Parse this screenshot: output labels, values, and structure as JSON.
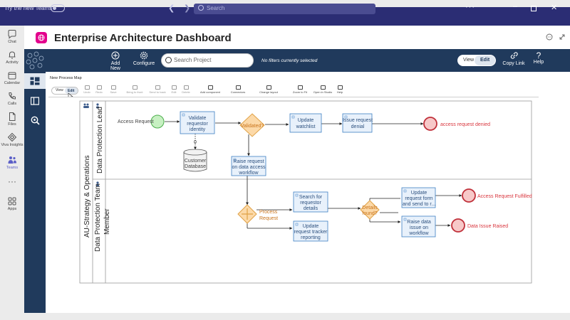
{
  "teams": {
    "try_new": "Try the new Teams",
    "search_placeholder": "Search"
  },
  "rail": [
    {
      "label": "Chat",
      "icon": "chat-icon"
    },
    {
      "label": "Activity",
      "icon": "bell-icon"
    },
    {
      "label": "Calendar",
      "icon": "calendar-icon"
    },
    {
      "label": "Calls",
      "icon": "phone-icon"
    },
    {
      "label": "Files",
      "icon": "file-icon"
    },
    {
      "label": "Viva Insights",
      "icon": "diamond-icon"
    },
    {
      "label": "Teams",
      "icon": "teams-icon"
    },
    {
      "label": "Apps",
      "icon": "apps-icon"
    }
  ],
  "app": {
    "title": "Enterprise Architecture Dashboard",
    "add_new": "Add New",
    "configure": "Configure",
    "search_placeholder": "Search Project",
    "filter_status": "No filters currently selected",
    "view": "View",
    "edit": "Edit",
    "copy_link": "Copy Link",
    "help": "Help"
  },
  "map": {
    "title": "New Process Map",
    "view": "View",
    "edit": "Edit",
    "toolbar": [
      "Undo",
      "Redo",
      "Save",
      "Bring to front",
      "Send to back",
      "Edit",
      "Delete",
      "Add component",
      "Connectors",
      "Change layout",
      "Zoom to Fit",
      "Open in Studio",
      "Help"
    ]
  },
  "diagram": {
    "pool": "AU-Strategy & Operations",
    "lanes": [
      "Data Protection Lead",
      "Data Protection Team",
      "Member"
    ],
    "start_label": "Access Request",
    "tasks": {
      "validate": [
        "Validate",
        "requestor",
        "identity"
      ],
      "update_watchlist": [
        "Update",
        "watchlist"
      ],
      "issue_denial": [
        "Issue request",
        "denial"
      ],
      "raise_request": [
        "Raise request",
        "on data access",
        "workflow"
      ],
      "search_details": [
        "Search for",
        "requestor",
        "details"
      ],
      "update_tracker": [
        "Update",
        "request tracker",
        "reporting"
      ],
      "update_form": [
        "Update",
        "request form",
        "and send to r..."
      ],
      "raise_issue": [
        "Raise data",
        "issue on",
        "workflow"
      ]
    },
    "datastore": [
      "Customer",
      "Database"
    ],
    "datastore_count": "0",
    "gateways": {
      "validated": "Validated?",
      "process_request": [
        "Process",
        "Request"
      ],
      "details_found": [
        "Details",
        "found?"
      ]
    },
    "ends": {
      "denied": "access request denied",
      "fulfilled": "Access Request Fulfilled",
      "issue_raised": "Data Issue Raised"
    }
  },
  "colors": {
    "teams_bar": "#2b2d74",
    "navy": "#203a5c",
    "task_fill": "#e8f1fb",
    "task_stroke": "#3d7fc4",
    "gateway_fill": "#fcd9a8",
    "gateway_stroke": "#e0a246",
    "start_fill": "#c7f0c2",
    "start_stroke": "#4cae4c",
    "end_fill": "#f7c8c8",
    "end_stroke": "#c0303a"
  }
}
